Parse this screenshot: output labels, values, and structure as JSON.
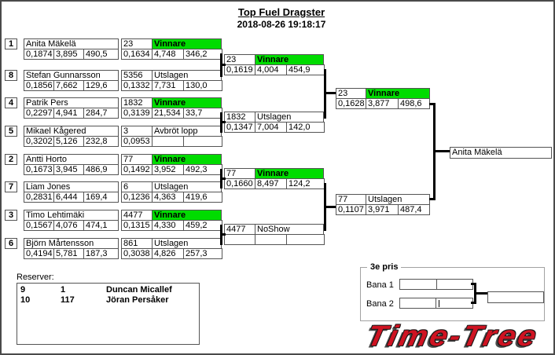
{
  "header": {
    "title": "Top Fuel Dragster",
    "timestamp": "2018-08-26 19:18:17"
  },
  "colors": {
    "winner_highlight": "#00dc00",
    "logo_red": "#cf1322",
    "connector": "#000000"
  },
  "round1": [
    {
      "seed": "1",
      "name": "Anita Mäkelä",
      "stats": [
        "0,1874",
        "3,895",
        "490,5"
      ],
      "number": "23",
      "status": "Vinnare",
      "result_stats": [
        "0,1634",
        "4,748",
        "346,2"
      ]
    },
    {
      "seed": "8",
      "name": "Stefan Gunnarsson",
      "stats": [
        "0,1856",
        "7,662",
        "129,6"
      ],
      "number": "5356",
      "status": "Utslagen",
      "result_stats": [
        "0,1332",
        "7,731",
        "130,0"
      ]
    },
    {
      "seed": "4",
      "name": "Patrik Pers",
      "stats": [
        "0,2297",
        "4,941",
        "284,7"
      ],
      "number": "1832",
      "status": "Vinnare",
      "result_stats": [
        "0,3139",
        "21,534",
        "33,7"
      ]
    },
    {
      "seed": "5",
      "name": "Mikael Kågered",
      "stats": [
        "0,3202",
        "5,126",
        "232,8"
      ],
      "number": "3",
      "status": "Avbröt lopp",
      "result_stats": [
        "0,0953",
        "",
        ""
      ]
    },
    {
      "seed": "2",
      "name": "Antti Horto",
      "stats": [
        "0,1673",
        "3,945",
        "486,9"
      ],
      "number": "77",
      "status": "Vinnare",
      "result_stats": [
        "0,1492",
        "3,952",
        "492,3"
      ]
    },
    {
      "seed": "7",
      "name": "Liam Jones",
      "stats": [
        "0,2831",
        "6,444",
        "169,4"
      ],
      "number": "6",
      "status": "Utslagen",
      "result_stats": [
        "0,1236",
        "4,363",
        "419,6"
      ]
    },
    {
      "seed": "3",
      "name": "Timo Lehtimäki",
      "stats": [
        "0,1567",
        "4,076",
        "474,1"
      ],
      "number": "4477",
      "status": "Vinnare",
      "result_stats": [
        "0,1315",
        "4,330",
        "459,2"
      ]
    },
    {
      "seed": "6",
      "name": "Björn Mårtensson",
      "stats": [
        "0,4194",
        "5,781",
        "187,3"
      ],
      "number": "861",
      "status": "Utslagen",
      "result_stats": [
        "0,3038",
        "4,826",
        "257,3"
      ]
    }
  ],
  "semifinal": [
    {
      "number": "23",
      "status": "Vinnare",
      "stats": [
        "0,1619",
        "4,004",
        "454,9"
      ]
    },
    {
      "number": "1832",
      "status": "Utslagen",
      "stats": [
        "0,1347",
        "7,004",
        "142,0"
      ]
    },
    {
      "number": "77",
      "status": "Vinnare",
      "stats": [
        "0,1660",
        "8,497",
        "124,2"
      ]
    },
    {
      "number": "4477",
      "status": "NoShow",
      "stats": [
        "",
        "",
        ""
      ]
    }
  ],
  "final": [
    {
      "number": "23",
      "status": "Vinnare",
      "stats": [
        "0,1628",
        "3,877",
        "498,6"
      ]
    },
    {
      "number": "77",
      "status": "Utslagen",
      "stats": [
        "0,1107",
        "3,971",
        "487,4"
      ]
    }
  ],
  "champion": "Anita Mäkelä",
  "reserves": {
    "label": "Reserver:",
    "rows": [
      {
        "position": "9",
        "car_number": "1",
        "name": "Duncan Micallef"
      },
      {
        "position": "10",
        "car_number": "117",
        "name": "Jöran Persåker"
      }
    ]
  },
  "third_prize": {
    "legend": "3e pris",
    "lane1_label": "Bana 1",
    "lane2_label": "Bana 2"
  },
  "logo_text": "Time-Tree"
}
